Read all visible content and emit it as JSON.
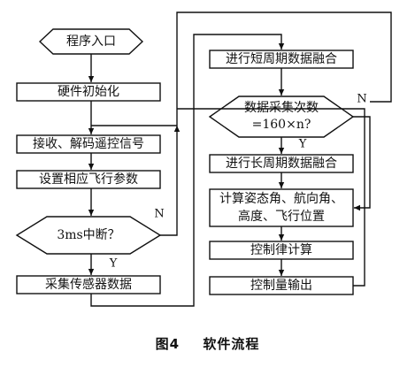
{
  "nodes": {
    "start": "程序入口",
    "hw_init": "硬件初始化",
    "recv_decode": "接收、解码遥控信号",
    "set_params": "设置相应飞行参数",
    "interrupt_check": "3ms中断？",
    "sample_sensors": "采集传感器数据",
    "short_fusion": "进行短周期数据融合",
    "count_check_line1": "数据采集次数",
    "count_check_line2": "=160×n?",
    "long_fusion": "进行长周期数据融合",
    "calc_line1": "计算姿态角、航向角、",
    "calc_line2": "高度、飞行位置",
    "control_law": "控制律计算",
    "output": "控制量输出"
  },
  "branch_labels": {
    "interrupt_no": "N",
    "interrupt_yes": "Y",
    "count_no": "N",
    "count_yes": "Y"
  },
  "caption": {
    "figure_no": "图4",
    "title": "软件流程"
  }
}
